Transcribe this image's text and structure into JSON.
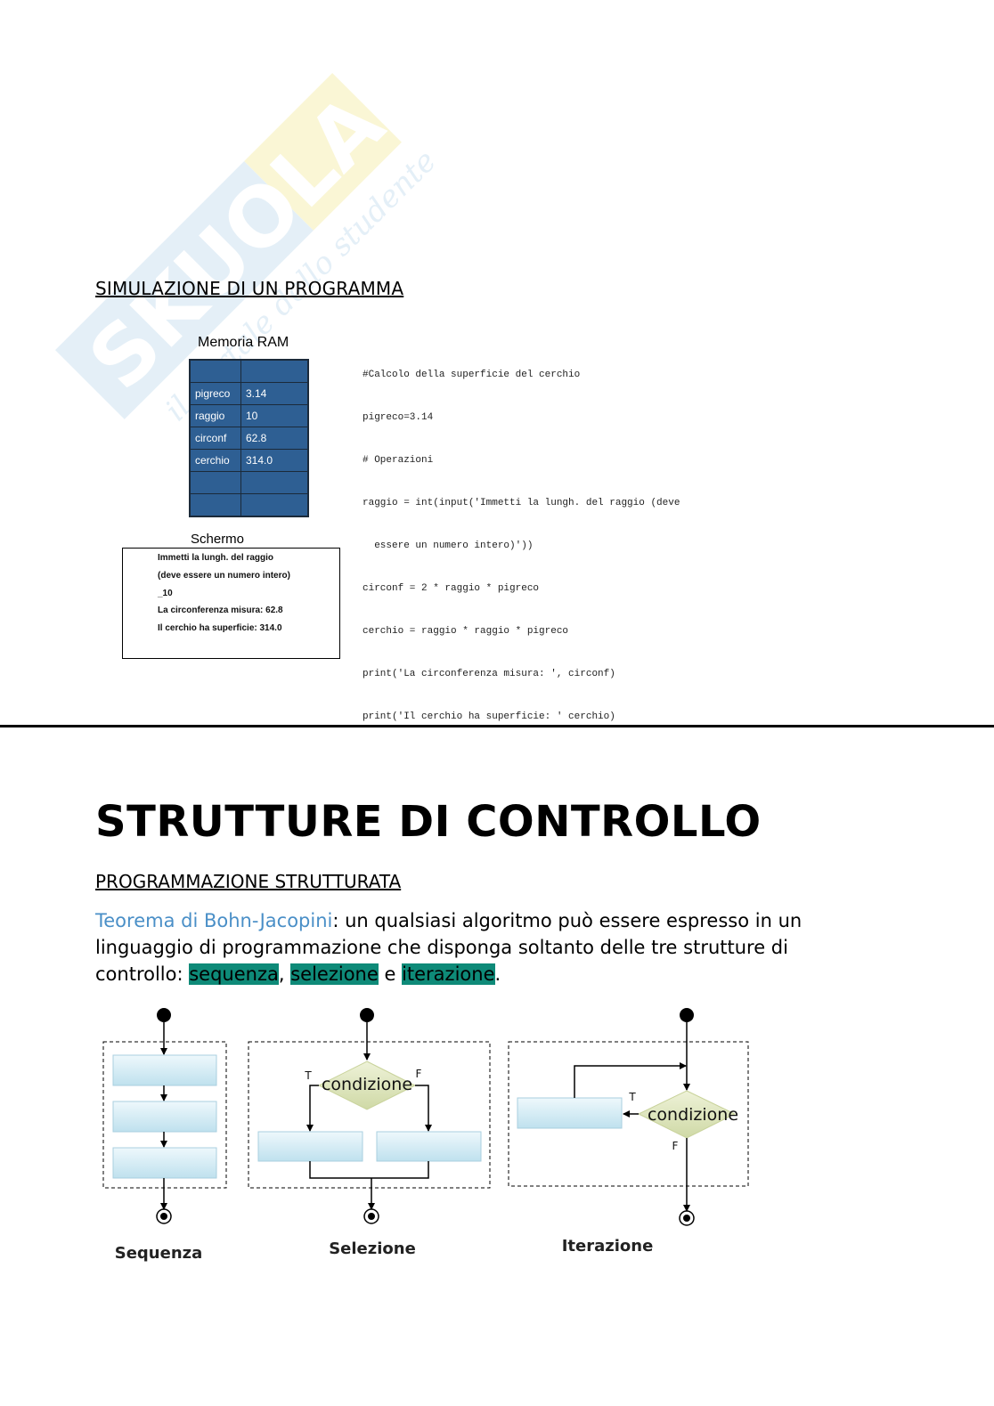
{
  "watermark": {
    "brand": "SKUOLA.net",
    "tagline": "il portale dello studente"
  },
  "simulation": {
    "title": "SIMULAZIONE DI UN PROGRAMMA",
    "ram_label": "Memoria RAM",
    "ram_rows": [
      {
        "name": "",
        "value": ""
      },
      {
        "name": "pigreco",
        "value": "3.14"
      },
      {
        "name": "raggio",
        "value": "10"
      },
      {
        "name": "circonf",
        "value": "62.8"
      },
      {
        "name": "cerchio",
        "value": "314.0"
      },
      {
        "name": "",
        "value": ""
      },
      {
        "name": "",
        "value": ""
      }
    ],
    "code_lines": [
      "#Calcolo della superficie del cerchio",
      "pigreco=3.14",
      "# Operazioni",
      "raggio = int(input('Immetti la lungh. del raggio (deve",
      "  essere un numero intero)'))",
      "circonf = 2 * raggio * pigreco",
      "cerchio = raggio * raggio * pigreco",
      "print('La circonferenza misura: ', circonf)",
      "print('Il cerchio ha superficie: ' cerchio)"
    ],
    "screen_label": "Schermo",
    "screen_lines": [
      "Immetti la lungh. del raggio",
      "(deve essere un numero intero)",
      "_10",
      "La circonferenza misura: 62.8",
      "Il cerchio ha superficie: 314.0"
    ]
  },
  "control": {
    "title": "STRUTTURE DI CONTROLLO",
    "subtitle": "PROGRAMMAZIONE STRUTTURATA",
    "theorem_name": "Teorema di Bohn-Jacopini",
    "text_1": ": un qualsiasi algoritmo può essere espresso in un linguaggio di programmazione che disponga soltanto delle tre strutture di controllo: ",
    "kw_sequenza": "sequenza",
    "sep_1": ", ",
    "kw_selezione": "selezione",
    "sep_2": " e ",
    "kw_iterazione": "iterazione",
    "end": "."
  },
  "diagram": {
    "condition_label": "condizione",
    "true_label": "T",
    "false_label": "F",
    "captions": [
      "Sequenza",
      "Selezione",
      "Iterazione"
    ],
    "colors": {
      "box": "#cfe8f3",
      "diamond": "#dfe6c0",
      "highlight": "#0e8a78",
      "link": "#4a8fc7",
      "ram": "#2e5f93"
    }
  }
}
